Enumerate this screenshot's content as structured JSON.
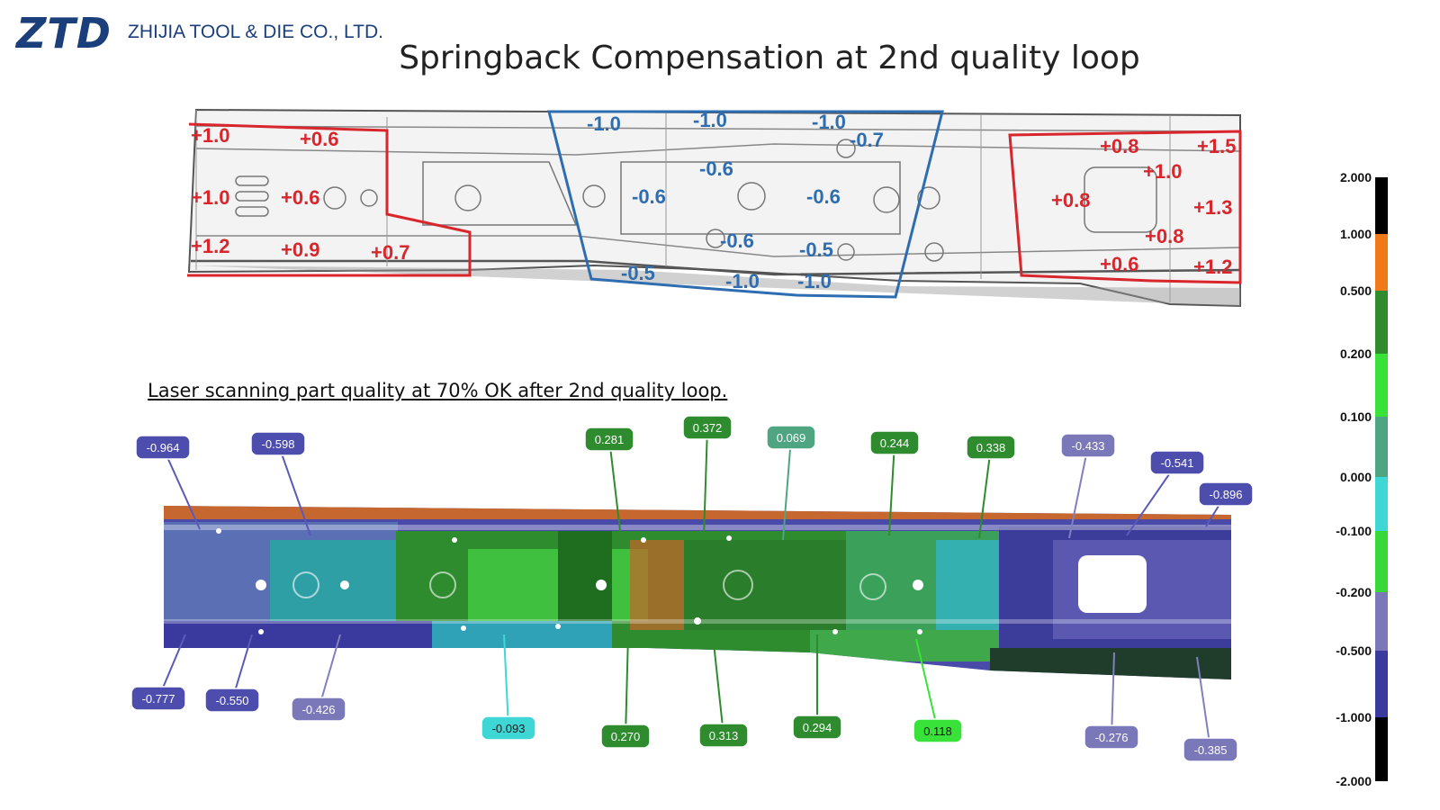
{
  "header": {
    "logo": "ZTD",
    "company": "ZHIJIA TOOL & DIE CO., LTD.",
    "title": "Springback Compensation at 2nd quality loop"
  },
  "caption": "Laser scanning part quality at 70% OK after 2nd quality loop.",
  "colors": {
    "brand": "#1b3f7a",
    "compensation_positive": "#d8262c",
    "compensation_negative": "#2e6db0"
  },
  "compensation": {
    "left_zone": [
      "+1.0",
      "+0.6",
      "+1.0",
      "+0.6",
      "+1.2",
      "+0.9",
      "+0.7"
    ],
    "middle_zone": [
      "-1.0",
      "-1.0",
      "-1.0",
      "-0.7",
      "-0.6",
      "-0.6",
      "-0.6",
      "-0.6",
      "-0.5",
      "-0.5",
      "-1.0",
      "-1.0"
    ],
    "right_zone": [
      "+0.8",
      "+1.5",
      "+1.0",
      "+0.8",
      "+1.3",
      "+0.8",
      "+0.6",
      "+1.2"
    ]
  },
  "measurements": {
    "top": [
      "-0.964",
      "-0.598",
      "0.281",
      "0.372",
      "0.069",
      "0.244",
      "0.338",
      "-0.433",
      "-0.541",
      "-0.896"
    ],
    "bottom": [
      "-0.777",
      "-0.550",
      "-0.426",
      "-0.093",
      "0.270",
      "0.313",
      "0.294",
      "0.118",
      "-0.276",
      "-0.385"
    ]
  },
  "color_scale": {
    "ticks": [
      "2.000",
      "1.000",
      "0.500",
      "0.200",
      "0.100",
      "0.000",
      "-0.100",
      "-0.200",
      "-0.500",
      "-1.000",
      "-2.000"
    ],
    "band_colors": [
      "#000000",
      "#f07a1a",
      "#2e8b2e",
      "#39e239",
      "#4fa582",
      "#3fd6d6",
      "#39d839",
      "#7a78b8",
      "#3a3a9e",
      "#000000"
    ]
  }
}
